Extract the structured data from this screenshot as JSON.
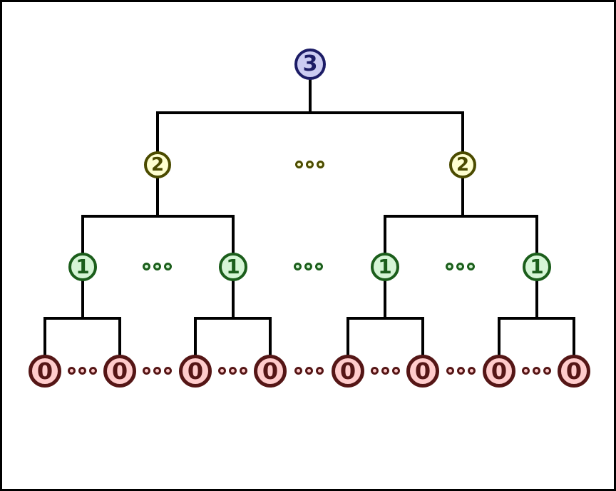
{
  "diagram": {
    "type": "tree",
    "description": "Recursive tree with depth levels 3 to 0; ellipsis dots indicate omitted sibling subtrees",
    "root_label": "3",
    "level2_labels": [
      "2",
      "2"
    ],
    "level1_labels": [
      "1",
      "1",
      "1",
      "1"
    ],
    "level0_labels": [
      "0",
      "0",
      "0",
      "0",
      "0",
      "0",
      "0",
      "0"
    ],
    "ellipsis": {
      "symbol": "•••",
      "level2_groups": 1,
      "level1_groups": 3,
      "level0_groups": 7
    }
  },
  "colors": {
    "background": "#ffffff",
    "frame": "#000000",
    "connector": "#000000",
    "level3_fill": "#ccccf2",
    "level3_stroke": "#1c1c66",
    "level2_fill": "#ffffd0",
    "level2_stroke": "#4b4b00",
    "level1_fill": "#d5f5d5",
    "level1_stroke": "#1b5e1b",
    "level0_fill": "#ffcccc",
    "level0_stroke": "#551616"
  }
}
